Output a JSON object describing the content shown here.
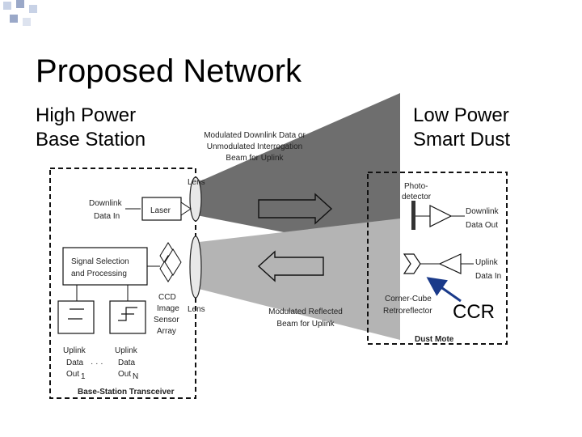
{
  "title": "Proposed Network",
  "labels": {
    "high_power_line1": "High Power",
    "high_power_line2": "Base Station",
    "low_power_line1": "Low Power",
    "low_power_line2": "Smart Dust",
    "ccr": "CCR"
  },
  "diagram": {
    "modulated_downlink_l1": "Modulated Downlink Data or",
    "modulated_downlink_l2": "Unmodulated Interrogation",
    "modulated_downlink_l3": "Beam for Uplink",
    "lens_top": "Lens",
    "lens_bottom": "Lens",
    "downlink_data_in_l1": "Downlink",
    "downlink_data_in_l2": "Data In",
    "laser": "Laser",
    "signal_selection_l1": "Signal Selection",
    "signal_selection_l2": "and Processing",
    "ccd_l1": "CCD",
    "ccd_l2": "Image",
    "ccd_l3": "Sensor",
    "ccd_l4": "Array",
    "modulated_reflected_l1": "Modulated Reflected",
    "modulated_reflected_l2": "Beam for Uplink",
    "uplink_out1_l1": "Uplink",
    "uplink_out1_l2": "Data",
    "uplink_out1_l3": "Out",
    "uplink_out1_sub": "1",
    "uplink_outn_l1": "Uplink",
    "uplink_outn_l2": "Data",
    "uplink_outn_l3": "Out",
    "uplink_outn_sub": "N",
    "ellipsis": "· · ·",
    "base_station_transceiver": "Base-Station Transceiver",
    "photodetector_l1": "Photo-",
    "photodetector_l2": "detector",
    "downlink_data_out_l1": "Downlink",
    "downlink_data_out_l2": "Data Out",
    "uplink_data_in_l1": "Uplink",
    "uplink_data_in_l2": "Data In",
    "corner_cube_l1": "Corner-Cube",
    "corner_cube_l2": "Retroreflector",
    "dust_mote": "Dust Mote"
  }
}
